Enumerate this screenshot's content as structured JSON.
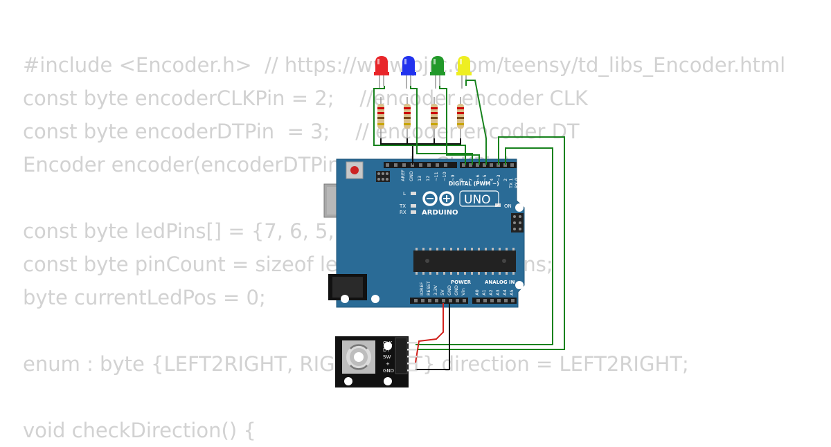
{
  "code_lines": [
    "#include <Encoder.h>  // https://www.pjrc.com/teensy/td_libs_Encoder.html",
    "const byte encoderCLKPin = 2;    //encoder encoder CLK",
    "const byte encoderDTPin  = 3;    // encoder encoder DT",
    "Encoder encoder(encoderDTPin, encoderCLKPin);",
    "",
    "const byte ledPins[] = {7, 6, 5, 4};",
    "const byte pinCount = sizeof ledPins / sizeof ledPins;",
    "byte currentLedPos = 0;",
    "",
    "enum : byte {LEFT2RIGHT, RIGHT2LEFT} direction = LEFT2RIGHT;",
    "",
    "void checkDirection() {"
  ],
  "board": {
    "brand": "ARDUINO",
    "model": "UNO",
    "digital_label": "DIGITAL (PWM ~)",
    "power_label": "POWER",
    "analog_label": "ANALOG IN",
    "on_label": "ON",
    "l_label": "L",
    "tx_label": "TX",
    "rx_label": "RX",
    "top_pins": [
      "AREF",
      "GND",
      "13",
      "12",
      "~11",
      "~10",
      "~9",
      "8",
      "7",
      "~6",
      "~5",
      "4",
      "~3",
      "2",
      "TX 1",
      "RX 0"
    ],
    "power_pins": [
      "IOREF",
      "RESET",
      "3.3V",
      "5V",
      "GND",
      "GND",
      "Vin"
    ],
    "analog_pins": [
      "A0",
      "A1",
      "A2",
      "A3",
      "A4",
      "A5"
    ]
  },
  "encoder": {
    "pins": [
      "CLK",
      "DT",
      "SW",
      "+",
      "GND"
    ]
  },
  "colors": {
    "board": "#2a6b96",
    "code_text": "#d2d2d2",
    "wire_green": "#17821d",
    "wire_black": "#111111",
    "wire_red": "#d1201b",
    "led_red": "#e8262a",
    "led_blue": "#2233ee",
    "led_green": "#22992a",
    "led_yellow": "#eeee22"
  }
}
